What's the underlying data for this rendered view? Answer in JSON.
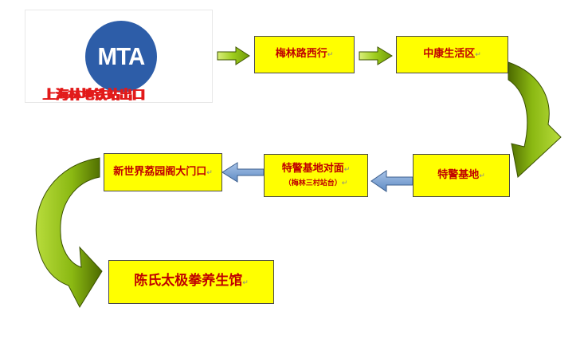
{
  "logo": {
    "text": "MTA",
    "caption": "上海林地铁站出口"
  },
  "steps": [
    {
      "label": "梅林路西行",
      "mark": "↵"
    },
    {
      "label": "中康生活区",
      "mark": "↵"
    },
    {
      "label": "特警基地",
      "mark": "↵"
    },
    {
      "label": "特警基地对面",
      "mark": "↵",
      "sublabel": "（梅林三村站台）",
      "submark": "↵"
    },
    {
      "label": "新世界荔园阁大门口",
      "mark": "↵"
    },
    {
      "label": "陈氏太极拳养生馆",
      "mark": "↵"
    }
  ],
  "colors": {
    "box_fill": "#ffff00",
    "box_text": "#c00000",
    "arrow_green": "#99cc00",
    "arrow_blue": "#6f9ad0",
    "logo_blue": "#2d5da8",
    "logo_red": "#e21a1a"
  }
}
